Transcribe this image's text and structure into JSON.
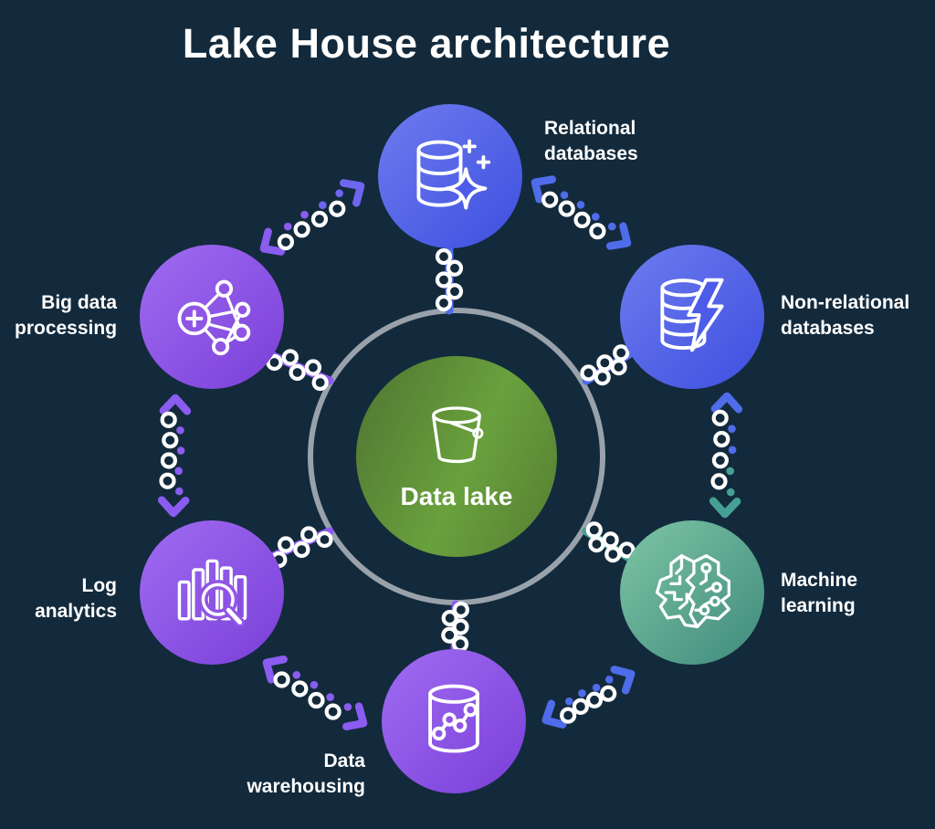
{
  "title": "Lake House architecture",
  "colors": {
    "background": "#132a3c",
    "text": "#ffffff",
    "ring": "#99a2ab",
    "blue_from": "#6e7cee",
    "blue_to": "#3d4fe0",
    "purple_from": "#a06cf2",
    "purple_to": "#7a3fd8",
    "teal_from": "#7dc5a5",
    "teal_to": "#3f8a7c",
    "green_from": "#4f7431",
    "green_mid": "#69a13d",
    "green_to": "#567d32",
    "connector_blue": "#4f6cea",
    "connector_purple": "#8a5cf0",
    "connector_teal": "#45a093",
    "connector_indigo": "#6e66ee",
    "dot_white": "#ffffff"
  },
  "center": {
    "label": "Data lake",
    "icon": "bucket-icon"
  },
  "nodes": [
    {
      "id": "relational-databases",
      "label": "Relational\ndatabases",
      "icon": "database-sparkle-icon",
      "palette": "blue"
    },
    {
      "id": "non-relational-databases",
      "label": "Non-relational\ndatabases",
      "icon": "database-lightning-icon",
      "palette": "blue"
    },
    {
      "id": "machine-learning",
      "label": "Machine\nlearning",
      "icon": "brain-circuit-icon",
      "palette": "teal"
    },
    {
      "id": "data-warehousing",
      "label": "Data\nwarehousing",
      "icon": "cylinder-graph-icon",
      "palette": "purple"
    },
    {
      "id": "log-analytics",
      "label": "Log\nanalytics",
      "icon": "bar-chart-magnifier-icon",
      "palette": "purple"
    },
    {
      "id": "big-data-processing",
      "label": "Big data\nprocessing",
      "icon": "network-plus-icon",
      "palette": "purple"
    }
  ]
}
